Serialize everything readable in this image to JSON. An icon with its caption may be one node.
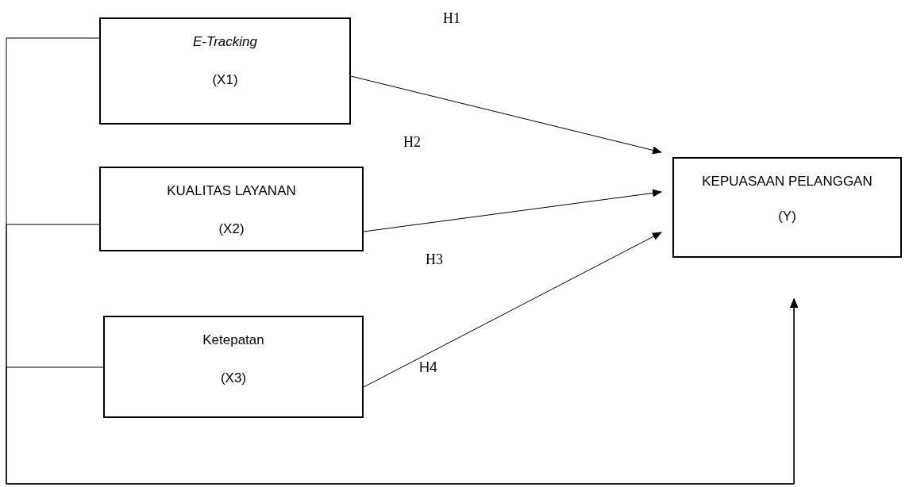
{
  "diagram": {
    "nodes": [
      {
        "text": [
          "*E-Tracking*",
          "(X1)"
        ]
      },
      {
        "text": [
          "KUALITAS LAYANAN",
          "(X2)"
        ]
      },
      {
        "text": [
          "Ketepatan",
          "(X3)"
        ]
      },
      {
        "text": [
          "KEPUASAAN PELANGGAN",
          "(Y)"
        ]
      }
    ],
    "edges": [
      {
        "from": 0,
        "to": 3,
        "arrow": "to"
      },
      {
        "from": 1,
        "to": 3,
        "arrow": "to"
      },
      {
        "from": 2,
        "to": 3,
        "arrow": "to"
      },
      {
        "from": 0,
        "to": 3,
        "arrow": "to"
      },
      {
        "from": 1,
        "to": 3,
        "arrow": "to"
      },
      {
        "from": 2,
        "to": 3,
        "arrow": "to"
      }
    ],
    "labels": [
      "H1",
      "H2",
      "H3",
      "H4"
    ]
  }
}
